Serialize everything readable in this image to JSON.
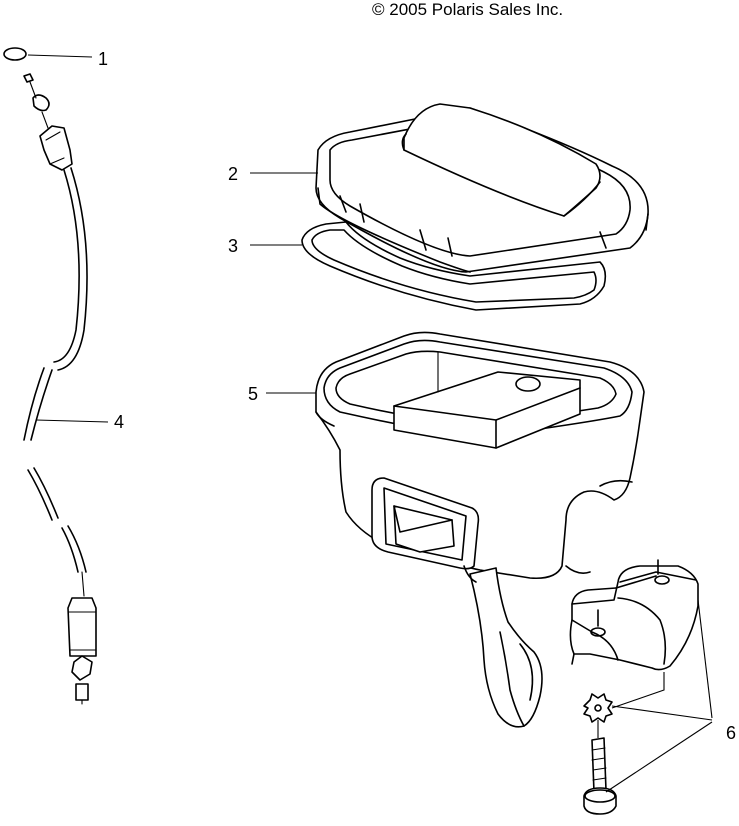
{
  "copyright": "© 2005 Polaris Sales Inc.",
  "callouts": [
    {
      "id": "1",
      "label": "1"
    },
    {
      "id": "2",
      "label": "2"
    },
    {
      "id": "3",
      "label": "3"
    },
    {
      "id": "4",
      "label": "4"
    },
    {
      "id": "5",
      "label": "5"
    },
    {
      "id": "6",
      "label": "6"
    }
  ]
}
